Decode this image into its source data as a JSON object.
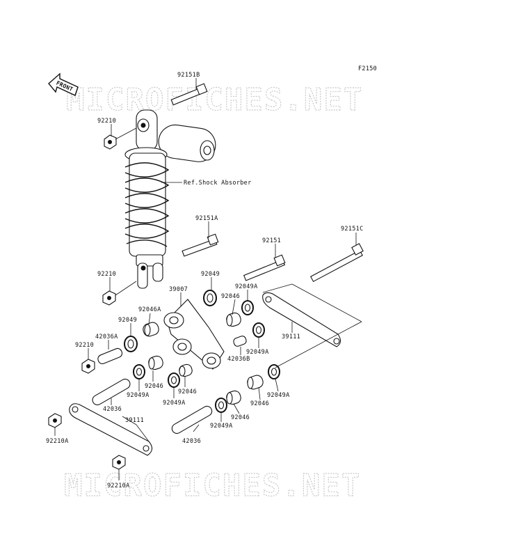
{
  "diagram_code": "F2150",
  "front_label": "FRONT",
  "watermark_text": "MICROFICHES.NET",
  "reference_label": "Ref.Shock Absorber",
  "labels": {
    "l_92151B": "92151B",
    "l_92210_top": "92210",
    "l_92151A": "92151A",
    "l_92151": "92151",
    "l_92151C": "92151C",
    "l_92210_mid": "92210",
    "l_92049_a": "92049",
    "l_39007": "39007",
    "l_92049A_a": "92049A",
    "l_92046_a": "92046",
    "l_92046A": "92046A",
    "l_92049_b": "92049",
    "l_42036A": "42036A",
    "l_92210_low": "92210",
    "l_39111_right": "39111",
    "l_92049A_b": "92049A",
    "l_42036B": "42036B",
    "l_92049A_c": "92049A",
    "l_92046_b": "92046",
    "l_92046_c": "92046",
    "l_92049A_d": "92049A",
    "l_42036_a": "42036",
    "l_92049A_e": "92049A",
    "l_92046_d": "92046",
    "l_92046_e": "92046",
    "l_92049A_f": "92049A",
    "l_92210A_a": "92210A",
    "l_39111_left": "39111",
    "l_42036_b": "42036",
    "l_92210A_b": "92210A"
  }
}
